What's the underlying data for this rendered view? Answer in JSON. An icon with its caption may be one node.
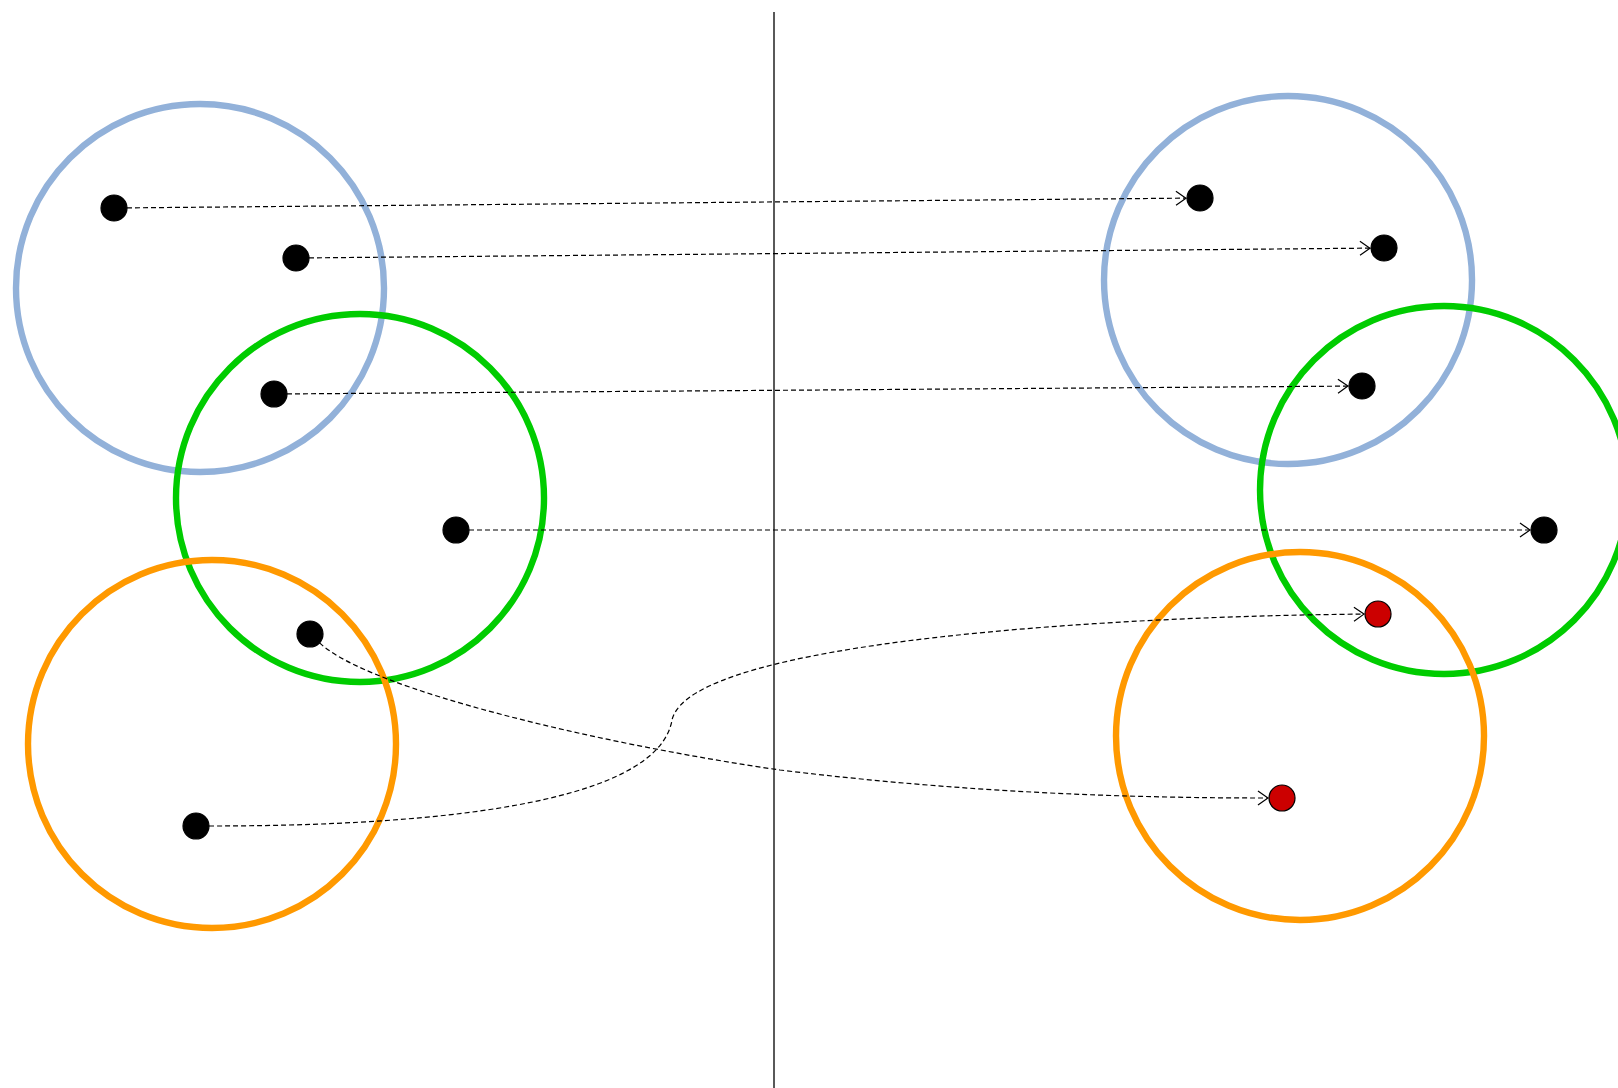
{
  "diagram": {
    "nodes": [
      {
        "text": [],
        "shape": "circle"
      },
      {
        "text": [],
        "shape": "circle"
      },
      {
        "text": [],
        "shape": "circle"
      },
      {
        "text": [],
        "shape": "circle"
      },
      {
        "text": [],
        "shape": "circle"
      },
      {
        "text": [],
        "shape": "circle"
      },
      {
        "text": [],
        "shape": "dot",
        "in": 0
      },
      {
        "text": [],
        "shape": "dot",
        "in": 0
      },
      {
        "text": [],
        "shape": "dot"
      },
      {
        "text": [],
        "shape": "dot",
        "in": 1
      },
      {
        "text": [],
        "shape": "dot"
      },
      {
        "text": [],
        "shape": "dot",
        "in": 2
      },
      {
        "text": [],
        "shape": "dot",
        "in": 3
      },
      {
        "text": [],
        "shape": "dot",
        "in": 3
      },
      {
        "text": [],
        "shape": "dot"
      },
      {
        "text": [],
        "shape": "dot",
        "in": 4
      },
      {
        "text": [],
        "shape": "dot"
      },
      {
        "text": [],
        "shape": "dot",
        "in": 5
      }
    ],
    "edges": [
      {
        "from": 6,
        "to": 12,
        "arrow": "to",
        "style": "dashed"
      },
      {
        "from": 7,
        "to": 13,
        "arrow": "to",
        "style": "dashed"
      },
      {
        "from": 8,
        "to": 14,
        "arrow": "to",
        "style": "dashed"
      },
      {
        "from": 9,
        "to": 15,
        "arrow": "to",
        "style": "dashed"
      },
      {
        "from": 10,
        "to": 17,
        "arrow": "to",
        "style": "dashed"
      },
      {
        "from": 11,
        "to": 16,
        "arrow": "to",
        "style": "dashed"
      }
    ]
  }
}
